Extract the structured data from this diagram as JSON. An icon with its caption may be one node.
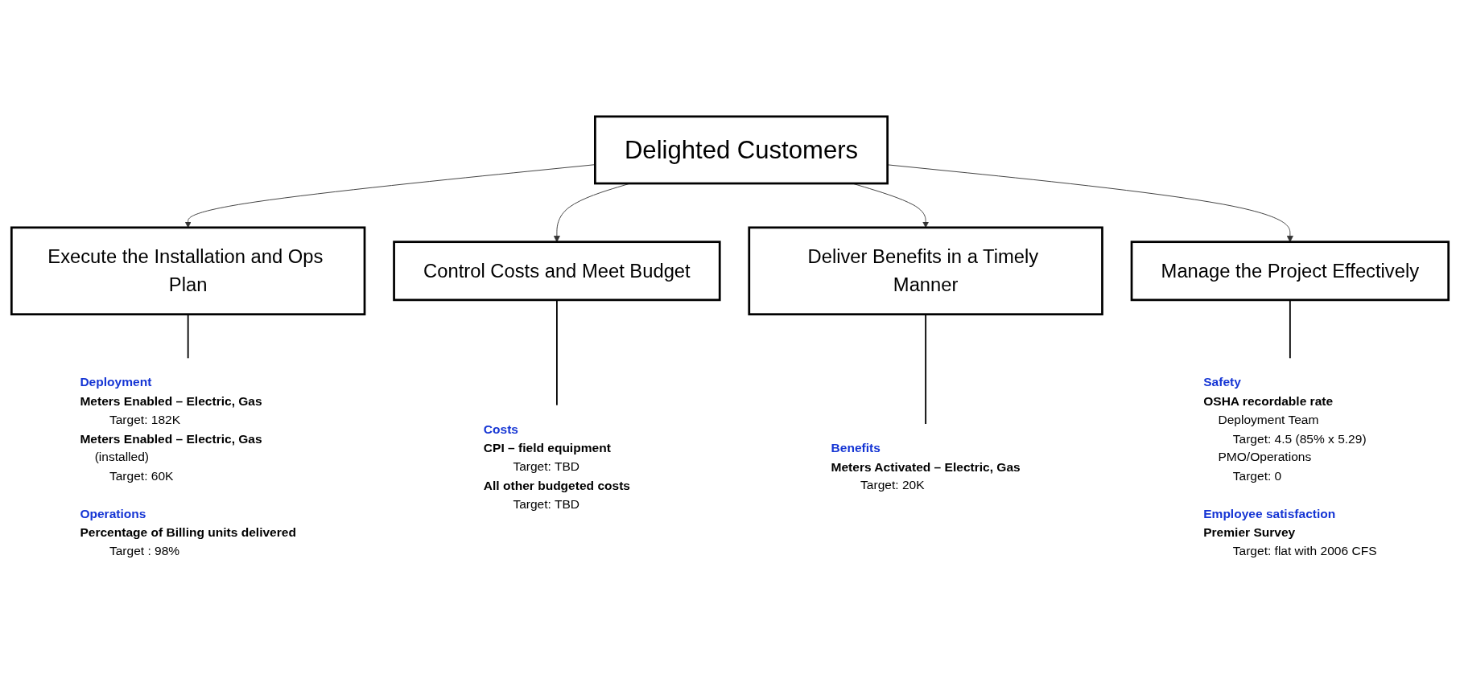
{
  "diagram": {
    "nodes": [
      {
        "text": [
          "Delighted Customers"
        ]
      },
      {
        "text": [
          "Execute the Installation and Ops Plan"
        ],
        "beside": [
          "Deployment",
          "Meters Enabled – Electric, Gas",
          "Target: 182K",
          "Meters Enabled – Electric, Gas",
          "(installed)",
          "Target: 60K",
          "Operations",
          "Percentage of Billing units delivered",
          "Target : 98%"
        ]
      },
      {
        "text": [
          "Control Costs and Meet Budget"
        ],
        "beside": [
          "Costs",
          "CPI – field equipment",
          "Target: TBD",
          "All other budgeted costs",
          "Target: TBD"
        ]
      },
      {
        "text": [
          "Deliver Benefits in a Timely Manner"
        ],
        "beside": [
          "Benefits",
          "Meters Activated – Electric, Gas",
          "Target: 20K"
        ]
      },
      {
        "text": [
          "Manage the Project Effectively"
        ],
        "beside": [
          "Safety",
          "OSHA recordable rate",
          "Deployment Team",
          "Target: 4.5 (85% x 5.29)",
          "PMO/Operations",
          "Target: 0",
          "Employee satisfaction",
          "Premier Survey",
          "Target: flat with 2006 CFS"
        ]
      }
    ],
    "edges": [
      {
        "from": 0,
        "to": 1,
        "arrow": "to"
      },
      {
        "from": 0,
        "to": 2,
        "arrow": "to"
      },
      {
        "from": 0,
        "to": 3,
        "arrow": "to"
      },
      {
        "from": 0,
        "to": 4,
        "arrow": "to"
      }
    ]
  }
}
